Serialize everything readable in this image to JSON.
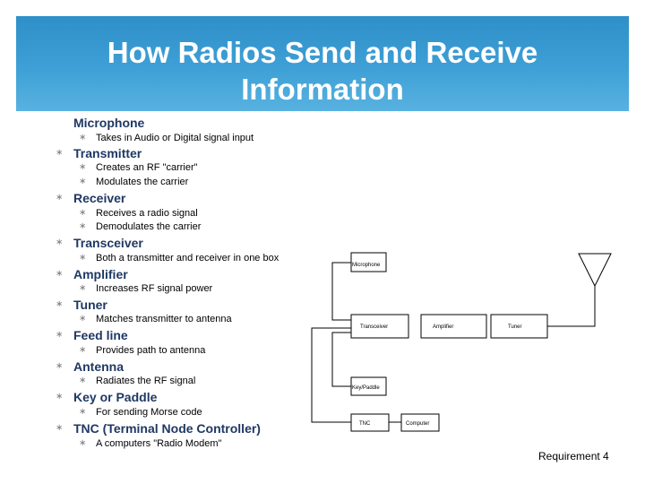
{
  "title": {
    "line1": "How Radios Send and Receive",
    "line2": "Information"
  },
  "bullet_glyph": "∗",
  "items": [
    {
      "heading": "Microphone",
      "subs": [
        "Takes in Audio or Digital signal input"
      ]
    },
    {
      "heading": "Transmitter",
      "subs": [
        "Creates an RF \"carrier\"",
        "Modulates the carrier"
      ]
    },
    {
      "heading": "Receiver",
      "subs": [
        "Receives a radio signal",
        "Demodulates the carrier"
      ]
    },
    {
      "heading": "Transceiver",
      "subs": [
        "Both a transmitter and receiver in one box"
      ]
    },
    {
      "heading": "Amplifier",
      "subs": [
        "Increases RF signal power"
      ]
    },
    {
      "heading": "Tuner",
      "subs": [
        "Matches transmitter to antenna"
      ]
    },
    {
      "heading": "Feed line",
      "subs": [
        "Provides path to antenna"
      ]
    },
    {
      "heading": "Antenna",
      "subs": [
        "Radiates the RF signal"
      ]
    },
    {
      "heading": "Key or Paddle",
      "subs": [
        "For sending Morse code"
      ]
    },
    {
      "heading": "TNC (Terminal Node Controller)",
      "subs": [
        "A computers \"Radio Modem\""
      ]
    }
  ],
  "diagram": {
    "microphone": "Microphone",
    "transceiver": "Transceiver",
    "amplifier": "Amplifier",
    "tuner": "Tuner",
    "key_paddle": "Key/Paddle",
    "tnc": "TNC",
    "computer": "Computer"
  },
  "footer": "Requirement 4"
}
